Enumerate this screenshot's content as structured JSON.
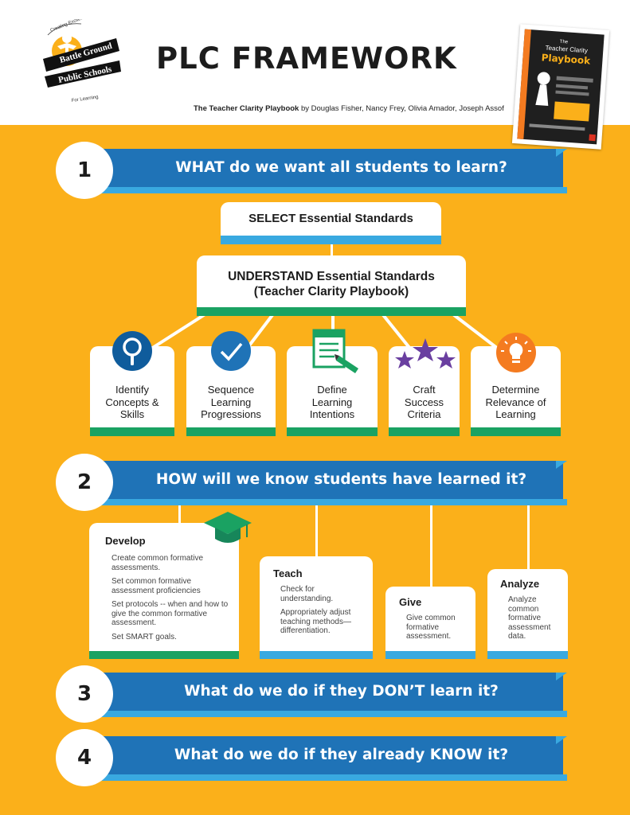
{
  "header": {
    "logo": {
      "top_text": "Creating Excitement",
      "line1": "Battle Ground",
      "line2": "Public Schools",
      "bottom_text": "For Learning"
    },
    "title": "PLC FRAMEWORK",
    "subtitle_book": "The Teacher Clarity Playbook",
    "subtitle_rest": " by Douglas Fisher, Nancy Frey, Olivia Amador, Joseph Assof",
    "book_cover": {
      "title_line1": "The",
      "title_line2": "Teacher Clarity",
      "title_line3": "Playbook"
    }
  },
  "questions": [
    {
      "number": "1",
      "text": "WHAT do we want all students to learn?"
    },
    {
      "number": "2",
      "text": "HOW will we know students have learned it?"
    },
    {
      "number": "3",
      "text": "What do we do if they DON’T learn it?"
    },
    {
      "number": "4",
      "text": "What do we do if they already KNOW it?"
    }
  ],
  "select_card": {
    "label": "SELECT Essential Standards"
  },
  "understand_card": {
    "line1": "UNDERSTAND Essential Standards",
    "line2": "(Teacher Clarity Playbook)"
  },
  "icon_cards": [
    {
      "icon": "magnifier-icon",
      "lines": [
        "Identify",
        "Concepts &",
        "Skills"
      ]
    },
    {
      "icon": "checkmark-icon",
      "lines": [
        "Sequence",
        "Learning",
        "Progressions"
      ]
    },
    {
      "icon": "notepad-icon",
      "lines": [
        "Define",
        "Learning",
        "Intentions"
      ]
    },
    {
      "icon": "stars-icon",
      "lines": [
        "Craft",
        "Success",
        "Criteria"
      ]
    },
    {
      "icon": "lightbulb-icon",
      "lines": [
        "Determine",
        "Relevance of",
        "Learning"
      ]
    }
  ],
  "steps": [
    {
      "title": "Develop",
      "icon": "graduation-cap-icon",
      "items": [
        "Create common formative assessments.",
        "Set common formative assessment proficiencies",
        "Set protocols -- when and how to give the common formative assessment.",
        "Set SMART goals."
      ]
    },
    {
      "title": "Teach",
      "items": [
        "Check for understanding.",
        "Appropriately adjust teaching methods—differentiation."
      ]
    },
    {
      "title": "Give",
      "items": [
        "Give common formative assessment."
      ]
    },
    {
      "title": "Analyze",
      "items": [
        "Analyze common formative assessment data."
      ]
    }
  ],
  "colors": {
    "background": "#fbb01a",
    "banner_blue": "#1f73b7",
    "light_blue": "#39a9e0",
    "green": "#1aa262",
    "purple": "#6a3fa0",
    "orange": "#f47b20",
    "dark_blue": "#0f5c9c"
  }
}
